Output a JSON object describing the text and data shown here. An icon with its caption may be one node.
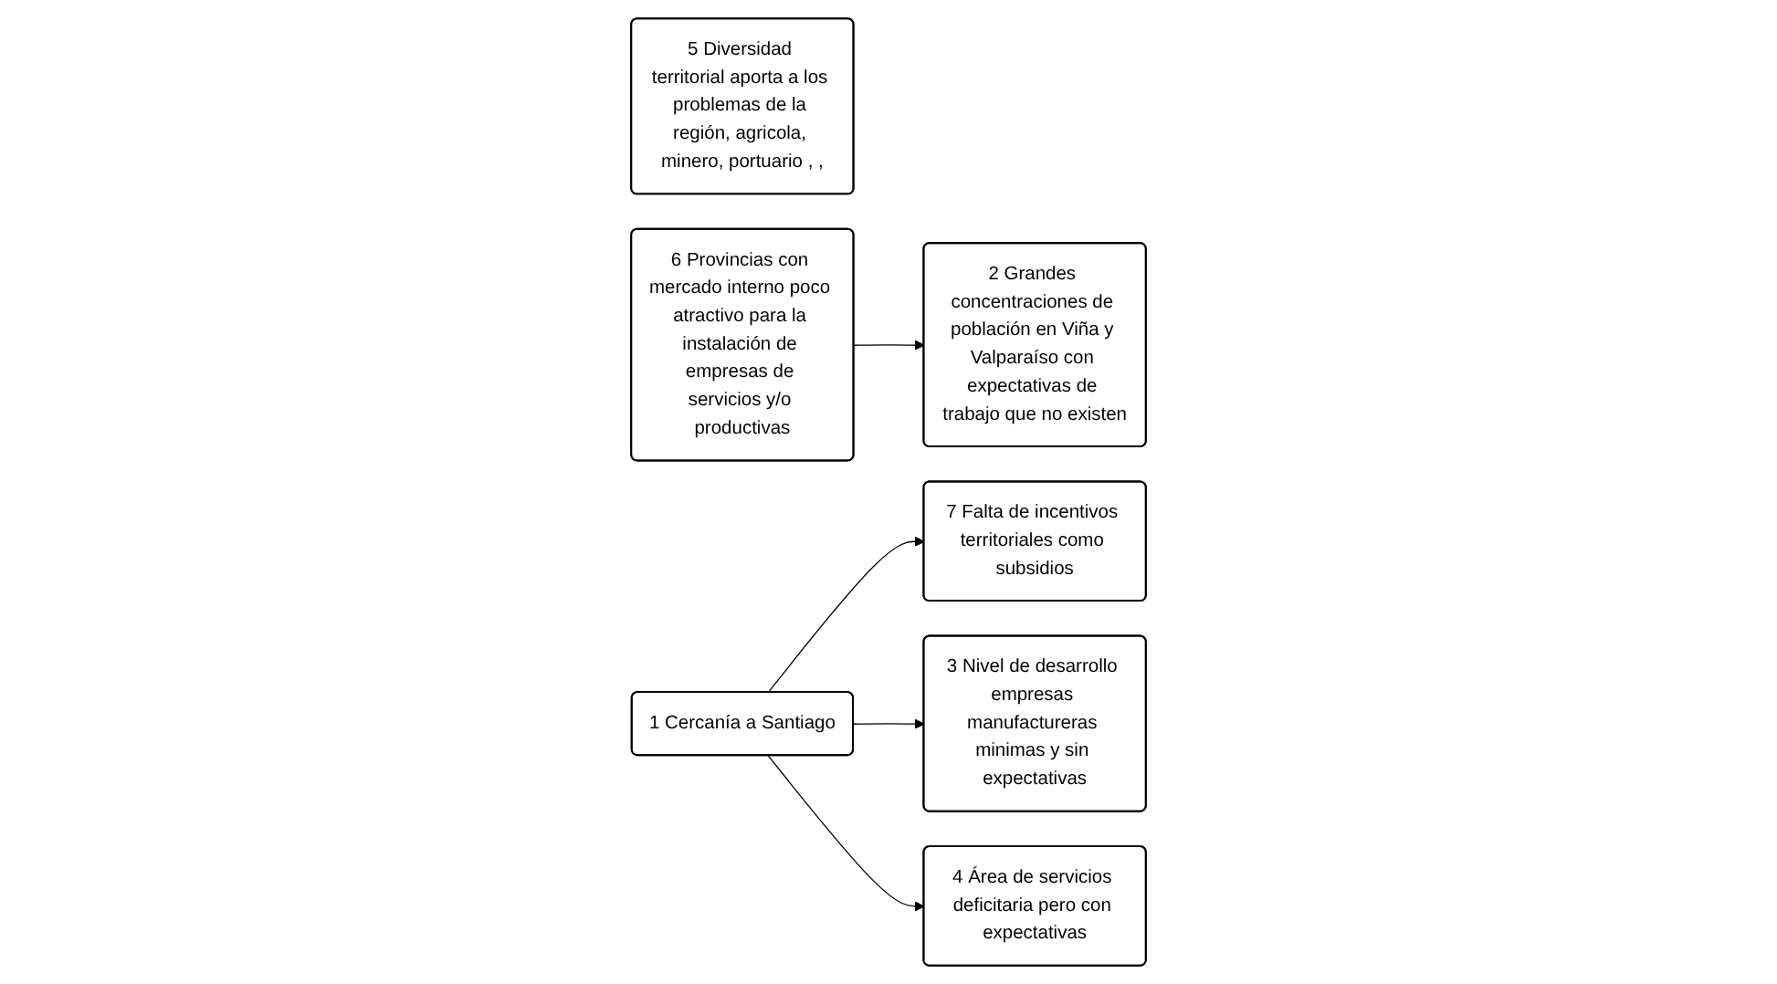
{
  "diagram": {
    "nodes": [
      {
        "text": [
          "7 Falta de incentivos territoriales como subsidios"
        ]
      },
      {
        "text": [
          "2 Grandes concentraciones de población en Viña y Valparaíso con expectativas de trabajo que no existen"
        ]
      },
      {
        "text": [
          "6 Provincias con mercado interno poco atractivo para la instalación de empresas de servicios y/o productivas"
        ]
      },
      {
        "text": [
          "1 Cercanía a Santiago"
        ]
      },
      {
        "text": [
          "3 Nivel de desarrollo empresas manufactureras minimas y sin expectativas"
        ]
      },
      {
        "text": [
          "5 Diversidad territorial aporta a los problemas de la región, agricola, minero, portuario , ,"
        ]
      },
      {
        "text": [
          "4 Área de servicios deficitaria pero con expectativas"
        ]
      }
    ],
    "edges": [
      {
        "from": 3,
        "to": 0,
        "arrow": "to"
      },
      {
        "from": 2,
        "to": 1,
        "arrow": "to"
      },
      {
        "from": 3,
        "to": 4,
        "arrow": "to"
      },
      {
        "from": 3,
        "to": 6,
        "arrow": "to"
      }
    ]
  }
}
